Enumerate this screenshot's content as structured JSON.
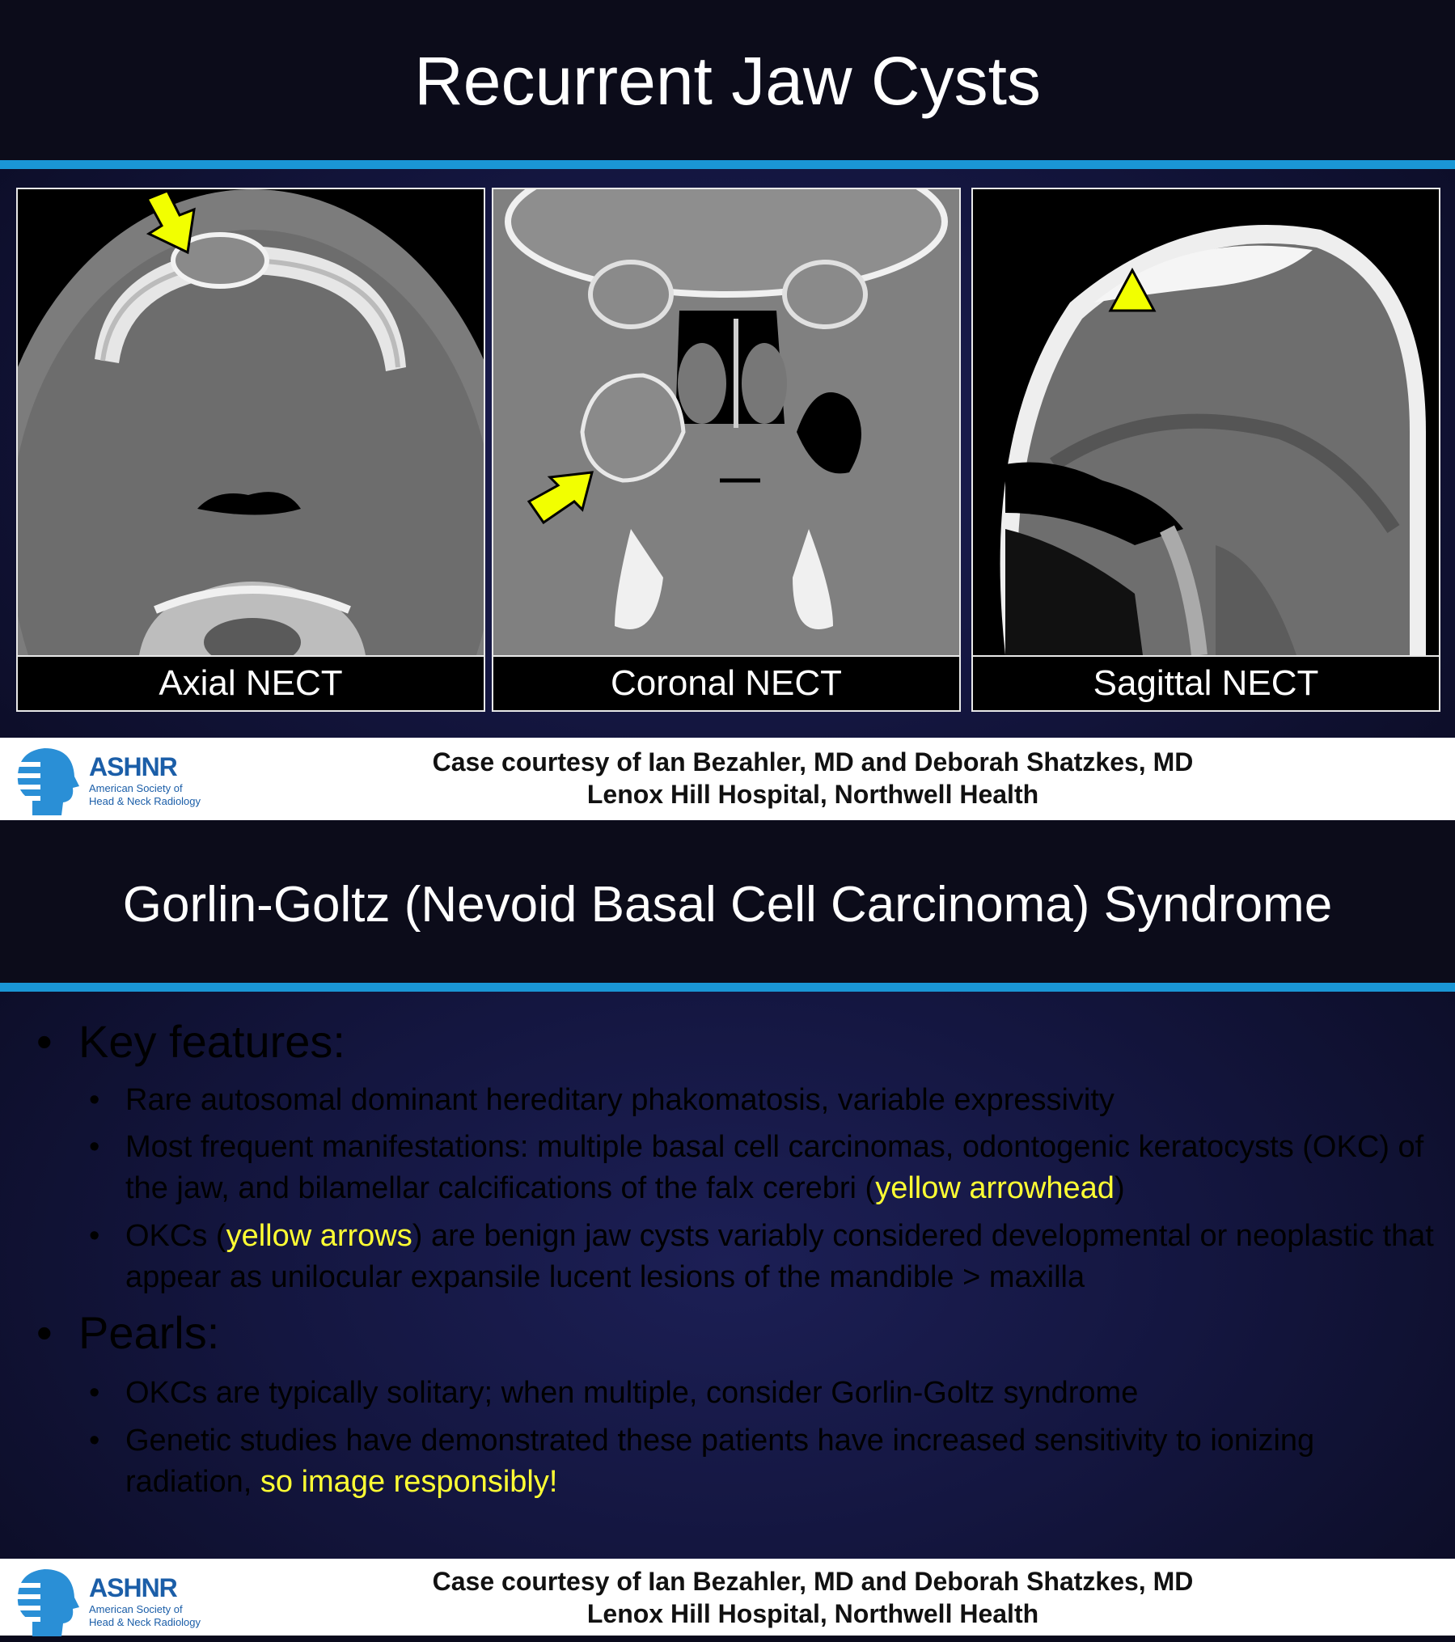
{
  "slide1": {
    "title": "Recurrent Jaw Cysts",
    "panels": [
      {
        "caption": "Axial NECT",
        "marker": "yellow-arrow"
      },
      {
        "caption": "Coronal NECT",
        "marker": "yellow-arrow"
      },
      {
        "caption": "Sagittal NECT",
        "marker": "yellow-arrowhead"
      }
    ],
    "footer": {
      "logo_name": "ASHNR",
      "logo_sub1": "American Society of",
      "logo_sub2": "Head & Neck Radiology",
      "credit_line1": "Case courtesy of Ian Bezahler, MD and Deborah Shatzkes, MD",
      "credit_line2": "Lenox Hill Hospital, Northwell Health"
    }
  },
  "slide2": {
    "title": "Gorlin-Goltz (Nevoid Basal Cell Carcinoma) Syndrome",
    "section1": "Key features:",
    "kf1": "Rare autosomal dominant hereditary phakomatosis, variable expressivity",
    "kf2_a": "Most frequent manifestations: multiple basal cell carcinomas, odontogenic keratocysts (OKC) of the jaw, and bilamellar calcifications of the falx cerebri (",
    "kf2_hl": "yellow arrowhead",
    "kf2_b": ")",
    "kf3_a": "OKCs (",
    "kf3_hl": "yellow arrows",
    "kf3_b": ") are benign jaw cysts variably considered developmental or neoplastic that appear as unilocular expansile lucent lesions of the mandible > maxilla",
    "section2": "Pearls:",
    "p1": "OKCs are typically solitary; when multiple, consider Gorlin-Goltz syndrome",
    "p2_a": "Genetic studies have demonstrated these patients have increased sensitivity to ionizing radiation, ",
    "p2_hl": "so image responsibly!",
    "footer": {
      "logo_name": "ASHNR",
      "logo_sub1": "American Society of",
      "logo_sub2": "Head & Neck Radiology",
      "credit_line1": "Case courtesy of Ian Bezahler, MD and Deborah Shatzkes, MD",
      "credit_line2": "Lenox Hill Hospital, Northwell Health"
    }
  },
  "colors": {
    "accent_rule": "#1a96d5",
    "highlight": "#ffff33",
    "logo": "#1b5ea8"
  }
}
